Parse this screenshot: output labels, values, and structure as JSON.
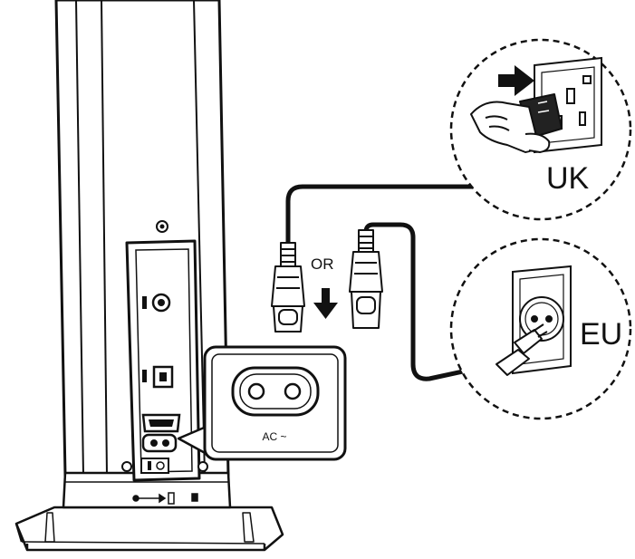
{
  "diagram": {
    "labels": {
      "uk": "UK",
      "eu": "EU",
      "or": "OR",
      "ac": "AC ~"
    }
  }
}
